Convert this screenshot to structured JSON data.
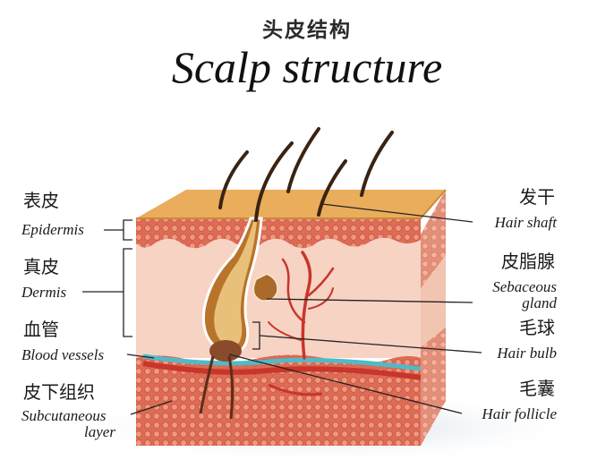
{
  "title": {
    "chinese": "头皮结构",
    "english": "Scalp structure"
  },
  "left_labels": {
    "epidermis": {
      "cn": "表皮",
      "en": "Epidermis"
    },
    "dermis": {
      "cn": "真皮",
      "en": "Dermis"
    },
    "blood_vessels": {
      "cn": "血管",
      "en": "Blood vessels"
    },
    "subcutaneous": {
      "cn": "皮下组织",
      "en_line1": "Subcutaneous",
      "en_line2": "layer"
    }
  },
  "right_labels": {
    "hair_shaft": {
      "cn": "发干",
      "en": "Hair shaft"
    },
    "sebaceous": {
      "cn": "皮脂腺",
      "en_line1": "Sebaceous",
      "en_line2": "gland"
    },
    "hair_bulb": {
      "cn": "毛球",
      "en": "Hair bulb"
    },
    "hair_follicle": {
      "cn": "毛囊",
      "en": "Hair follicle"
    }
  },
  "colors": {
    "scalp_top": "#e9ad5c",
    "epidermis": "#e59a8c",
    "dermis": "#f7d3c4",
    "subcutaneous": "#de6e58",
    "artery": "#c8362b",
    "vein": "#52b9c6",
    "hair": "#3b2312"
  }
}
